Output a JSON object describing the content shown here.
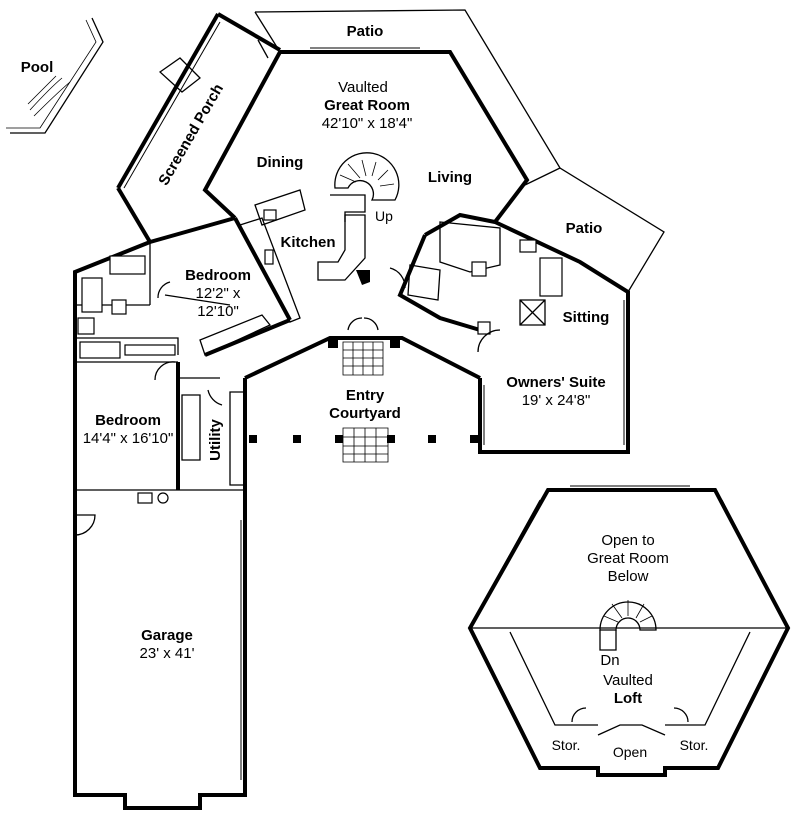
{
  "labels": {
    "pool": "Pool",
    "patio_top": "Patio",
    "great_room_vaulted": "Vaulted",
    "great_room_name": "Great Room",
    "great_room_size": "42'10\" x 18'4\"",
    "screened_porch": "Screened Porch",
    "dining": "Dining",
    "living": "Living",
    "up": "Up",
    "kitchen": "Kitchen",
    "patio_right": "Patio",
    "bedroom1_name": "Bedroom",
    "bedroom1_size_a": "12'2\" x",
    "bedroom1_size_b": "12'10\"",
    "sitting": "Sitting",
    "owners_suite_name": "Owners' Suite",
    "owners_suite_size": "19' x 24'8\"",
    "entry_a": "Entry",
    "entry_b": "Courtyard",
    "bedroom2_name": "Bedroom",
    "bedroom2_size": "14'4\" x 16'10\"",
    "utility": "Utility",
    "garage_name": "Garage",
    "garage_size": "23' x 41'",
    "open_to_a": "Open to",
    "open_to_b": "Great Room",
    "open_to_c": "Below",
    "dn": "Dn",
    "loft_vaulted": "Vaulted",
    "loft_name": "Loft",
    "stor_left": "Stor.",
    "open": "Open",
    "stor_right": "Stor."
  }
}
